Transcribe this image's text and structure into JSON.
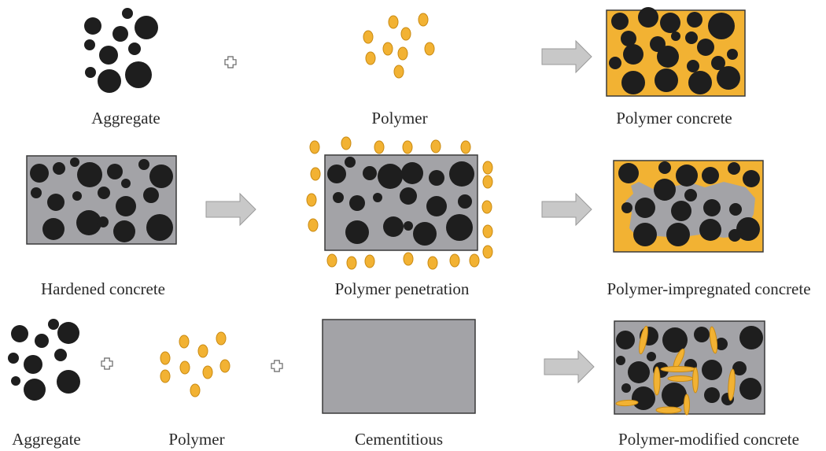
{
  "labels": {
    "aggregate_top": "Aggregate",
    "polymer_top": "Polymer",
    "polymer_concrete": "Polymer concrete",
    "hardened_concrete": "Hardened concrete",
    "polymer_penetration": "Polymer penetration",
    "polymer_impregnated": "Polymer-impregnated concrete",
    "aggregate_bottom": "Aggregate",
    "polymer_bottom": "Polymer",
    "cementitious": "Cementitious",
    "polymer_modified": "Polymer-modified concrete"
  },
  "colors": {
    "aggregate": "#1e1e1e",
    "polymer": "#f2b233",
    "polymer_edge": "#c98a12",
    "cement": "#a3a3a7",
    "border": "#3a3a3a",
    "arrow": "#c8c8c8",
    "arrow_edge": "#9a9a9a"
  },
  "icons": [
    "plus-icon",
    "arrow-right-icon"
  ]
}
